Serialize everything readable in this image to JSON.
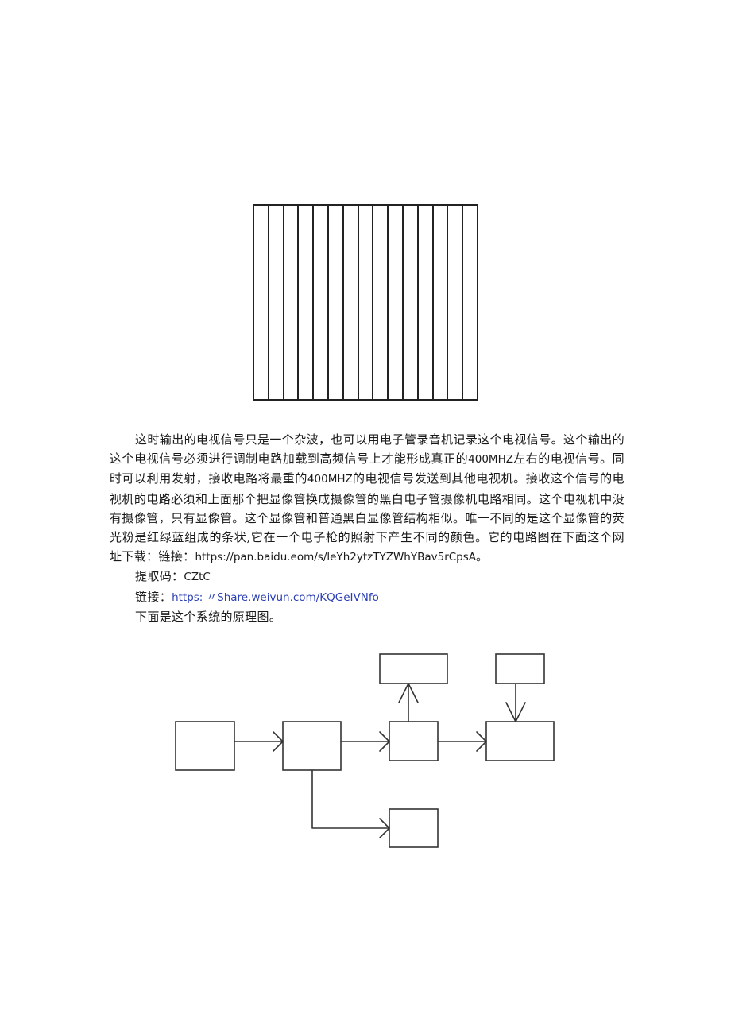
{
  "figure_stripes": {
    "count": 15,
    "stroke_color": "#222222"
  },
  "paragraph": {
    "text_part1": "这时输出的电视信号只是一个杂波，也可以用电子管录音机记录这个电视信号。这个输出的这个电视信号必须进行调制电路加载到高频信号上才能形成真正的",
    "freq1": "400MHZ",
    "text_part2": "左右的电视信号。同时可以利用发射，接收电路将最重的",
    "freq2": "400MHZ",
    "text_part3": "的电视信号发送到其他电视机。接收这个信号的电视机的电路必须和上面那个把显像管换成摄像管的黑白电子管摄像机电路相同。这个电视机中没有摄像管，只有显像管。这个显像管和普通黑白显像管结构相似。唯一不同的是这个显像管的荧光粉是红绿蓝组成的条状,它在一个电子枪的照射下产生不同的颜色。它的电路图在下面这个网址下载：链接：",
    "url": "https://pan.baidu.eom/s/leYh2ytzTYZWhYBav5rCpsA",
    "text_end": "。"
  },
  "extract_code": {
    "label": "提取码：",
    "value": "CZtC"
  },
  "link_line": {
    "label": "链接：",
    "url": "https: 〃Share.weivun.com/KQGeIVNfo",
    "color": "#2b3fb5"
  },
  "caption": {
    "text": "下面是这个系统的原理图。"
  },
  "diagram": {
    "stroke_color": "#333333",
    "boxes": [
      {
        "id": "A",
        "label": ""
      },
      {
        "id": "B",
        "label": ""
      },
      {
        "id": "C",
        "label": ""
      },
      {
        "id": "D",
        "label": ""
      },
      {
        "id": "E",
        "label": ""
      },
      {
        "id": "F",
        "label": ""
      },
      {
        "id": "G",
        "label": ""
      }
    ],
    "connections": [
      "A->B",
      "B->E",
      "E->C",
      "E->F",
      "D->F",
      "B->G"
    ]
  }
}
